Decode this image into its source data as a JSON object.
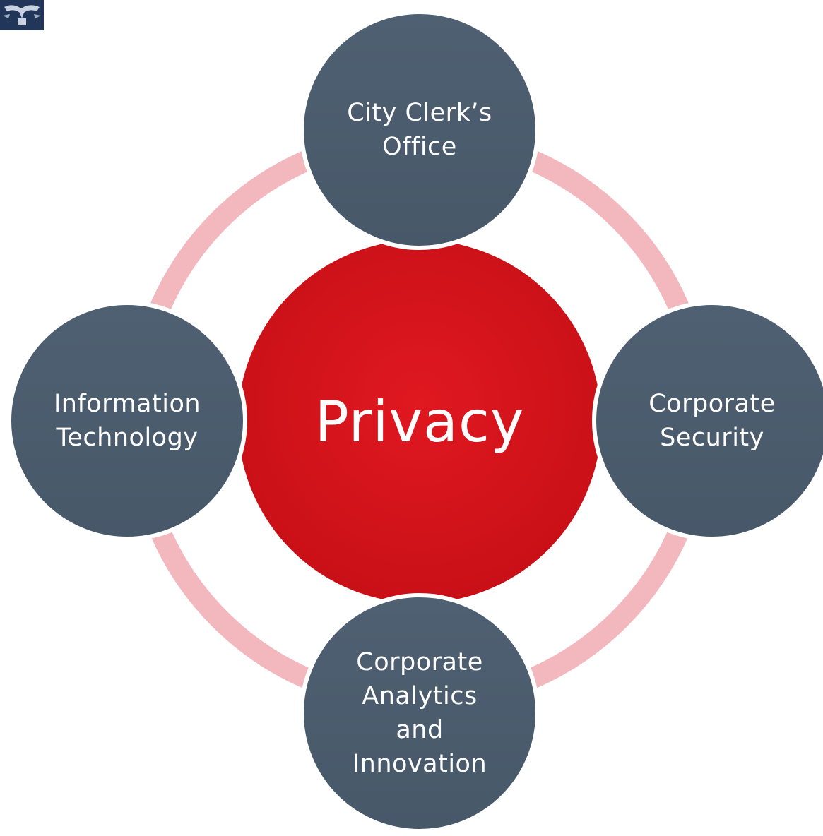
{
  "center": {
    "label": "Privacy",
    "color": "#d9121a"
  },
  "nodes": {
    "top": {
      "label": "City Clerk’s\nOffice"
    },
    "right": {
      "label": "Corporate\nSecurity"
    },
    "bottom": {
      "label": "Corporate\nAnalytics\nand\nInnovation"
    },
    "left": {
      "label": "Information\nTechnology"
    }
  },
  "colors": {
    "node_fill": "#4d5d6e",
    "ring": "#f2b8bd",
    "logo": "#22365a"
  },
  "logo_icon": "city-crest-logo"
}
